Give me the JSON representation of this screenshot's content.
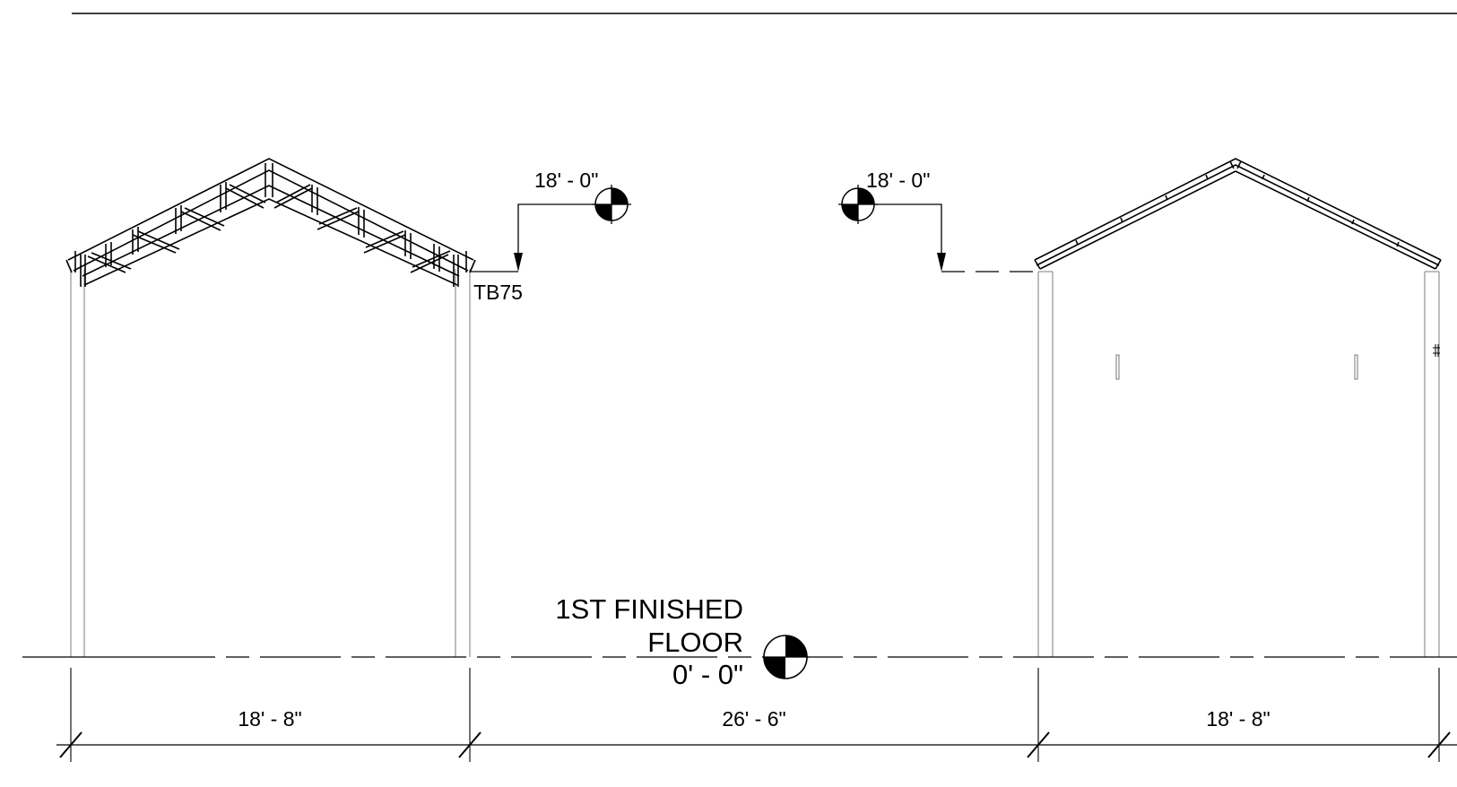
{
  "drawing": {
    "level_left": {
      "elevation": "18' - 0\""
    },
    "level_right": {
      "elevation": "18' - 0\""
    },
    "truss_tag": "TB75",
    "floor_level": {
      "name_line1": "1ST FINISHED",
      "name_line2": "FLOOR",
      "elevation": "0' - 0\""
    },
    "dimensions": [
      {
        "label": "18' - 8\""
      },
      {
        "label": "26' - 6\""
      },
      {
        "label": "18' - 8\""
      }
    ]
  }
}
